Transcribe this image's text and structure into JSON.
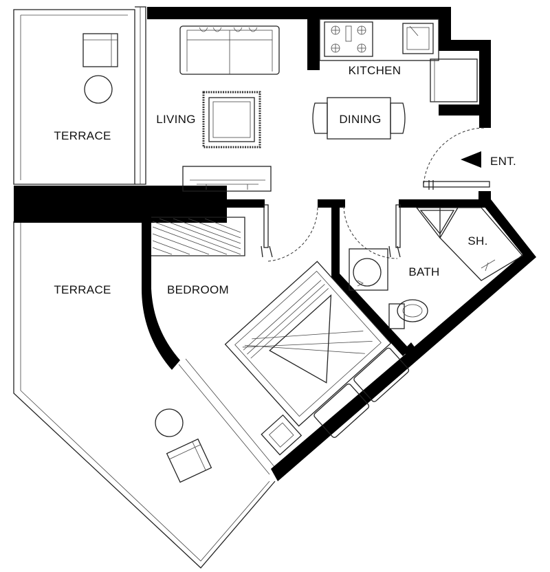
{
  "rooms": {
    "terrace_top": "TERRACE",
    "terrace_bottom": "TERRACE",
    "living": "LIVING",
    "kitchen": "KITCHEN",
    "dining": "DINING",
    "bedroom": "BEDROOM",
    "bath": "BATH",
    "shower": "SH.",
    "entrance": "ENT."
  },
  "colors": {
    "wall": "#000000",
    "line": "#222222",
    "background": "#ffffff"
  },
  "icons": {
    "entrance_marker": "triangle-left-icon"
  }
}
